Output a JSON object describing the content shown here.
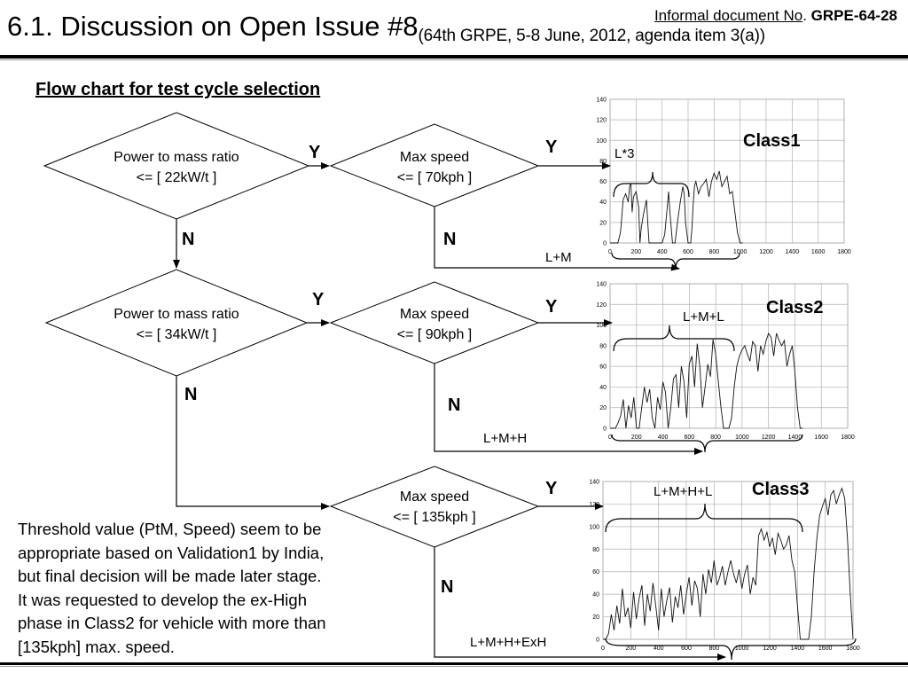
{
  "header": {
    "title": "6.1. Discussion on Open Issue #8",
    "subtitle": "(64th  GRPE,  5-8 June, 2012, agenda item 3(a))",
    "doc_prefix": "Informal document No",
    "doc_period": ".",
    "doc_id": "GRPE-64-28"
  },
  "section_heading": "Flow chart for test cycle selection",
  "flowchart": {
    "decision_ptm1": [
      "Power to mass ratio",
      "<= [ 22kW/t ]"
    ],
    "decision_speed1": [
      "Max speed",
      "<= [ 70kph ]"
    ],
    "decision_ptm2": [
      "Power to mass ratio",
      "<= [ 34kW/t ]"
    ],
    "decision_speed2": [
      "Max speed",
      "<= [ 90kph ]"
    ],
    "decision_speed3": [
      "Max speed",
      "<= [ 135kph ]"
    ],
    "yes": "Y",
    "no": "N",
    "cycles": {
      "c1_yes": "L*3",
      "c1_no": "L+M",
      "c2_yes": "L+M+L",
      "c2_no": "L+M+H",
      "c3_yes": "L+M+H+L",
      "c3_no": "L+M+H+ExH"
    },
    "classes": [
      "Class1",
      "Class2",
      "Class3"
    ]
  },
  "chart_data": [
    {
      "type": "line",
      "title": "Class1",
      "x_ticks": [
        "0",
        "200",
        "400",
        "600",
        "800",
        "1000",
        "1200",
        "1400",
        "1600",
        "1800"
      ],
      "y_ticks": [
        "0",
        "20",
        "40",
        "60",
        "80",
        "100",
        "120",
        "140"
      ],
      "xlim": [
        0,
        1800
      ],
      "ylim": [
        0,
        140
      ],
      "grid": true,
      "x": [
        0,
        60,
        80,
        90,
        100,
        120,
        140,
        150,
        160,
        170,
        180,
        200,
        220,
        230,
        240,
        260,
        280,
        290,
        300,
        310,
        330,
        350,
        380,
        400,
        420,
        440,
        450,
        460,
        480,
        500,
        520,
        540,
        560,
        570,
        580,
        600,
        620,
        630,
        640,
        650,
        660,
        680,
        700,
        720,
        740,
        760,
        780,
        800,
        820,
        840,
        860,
        880,
        900,
        920,
        940,
        960,
        980,
        1000,
        1020
      ],
      "y": [
        0,
        0,
        10,
        25,
        42,
        48,
        40,
        55,
        58,
        30,
        45,
        50,
        35,
        0,
        15,
        30,
        42,
        20,
        0,
        0,
        0,
        0,
        0,
        0,
        8,
        35,
        50,
        30,
        0,
        0,
        22,
        40,
        55,
        48,
        20,
        0,
        0,
        15,
        40,
        56,
        60,
        48,
        55,
        58,
        62,
        45,
        60,
        68,
        62,
        70,
        55,
        60,
        65,
        48,
        50,
        30,
        10,
        0,
        0
      ]
    },
    {
      "type": "line",
      "title": "Class2",
      "x_ticks": [
        "0",
        "200",
        "400",
        "600",
        "800",
        "1000",
        "1200",
        "1400",
        "1600",
        "1800"
      ],
      "y_ticks": [
        "0",
        "20",
        "40",
        "60",
        "80",
        "100",
        "120",
        "140"
      ],
      "xlim": [
        0,
        1800
      ],
      "ylim": [
        0,
        140
      ],
      "grid": true,
      "x": [
        0,
        20,
        40,
        60,
        80,
        100,
        120,
        140,
        160,
        180,
        200,
        220,
        240,
        260,
        280,
        300,
        320,
        340,
        360,
        380,
        400,
        420,
        440,
        460,
        480,
        500,
        520,
        540,
        560,
        580,
        600,
        620,
        640,
        660,
        680,
        700,
        720,
        740,
        760,
        780,
        800,
        820,
        840,
        860,
        880,
        900,
        920,
        940,
        960,
        980,
        1000,
        1020,
        1040,
        1060,
        1080,
        1100,
        1120,
        1140,
        1160,
        1180,
        1200,
        1220,
        1240,
        1260,
        1280,
        1300,
        1320,
        1340,
        1360,
        1380,
        1400,
        1420,
        1440,
        1460
      ],
      "y": [
        0,
        0,
        0,
        5,
        12,
        28,
        0,
        22,
        10,
        30,
        0,
        0,
        20,
        40,
        25,
        38,
        10,
        0,
        30,
        18,
        45,
        35,
        0,
        20,
        48,
        52,
        20,
        60,
        45,
        10,
        62,
        70,
        40,
        82,
        60,
        20,
        40,
        62,
        50,
        86,
        72,
        45,
        20,
        0,
        0,
        0,
        10,
        40,
        60,
        70,
        76,
        80,
        72,
        65,
        84,
        80,
        55,
        80,
        72,
        84,
        92,
        88,
        70,
        92,
        85,
        80,
        85,
        60,
        72,
        80,
        55,
        20,
        0,
        0
      ]
    },
    {
      "type": "line",
      "title": "Class3",
      "x_ticks": [
        "0",
        "200",
        "400",
        "600",
        "800",
        "1000",
        "1200",
        "1400",
        "1600",
        "1800"
      ],
      "y_ticks": [
        "0",
        "20",
        "40",
        "60",
        "80",
        "100",
        "120",
        "140"
      ],
      "xlim": [
        0,
        1800
      ],
      "ylim": [
        0,
        140
      ],
      "grid": true,
      "x": [
        0,
        20,
        40,
        60,
        80,
        100,
        120,
        140,
        160,
        180,
        200,
        220,
        240,
        260,
        280,
        300,
        320,
        340,
        360,
        380,
        400,
        420,
        440,
        460,
        480,
        500,
        520,
        540,
        560,
        580,
        600,
        620,
        640,
        660,
        680,
        700,
        720,
        740,
        760,
        780,
        800,
        820,
        840,
        860,
        880,
        900,
        920,
        940,
        960,
        980,
        1000,
        1020,
        1040,
        1060,
        1080,
        1100,
        1120,
        1140,
        1160,
        1180,
        1200,
        1220,
        1240,
        1260,
        1280,
        1300,
        1320,
        1340,
        1360,
        1380,
        1400,
        1420,
        1440,
        1460,
        1480,
        1500,
        1520,
        1540,
        1560,
        1580,
        1600,
        1620,
        1640,
        1660,
        1680,
        1700,
        1720,
        1740,
        1760,
        1780,
        1800
      ],
      "y": [
        0,
        0,
        5,
        22,
        8,
        30,
        14,
        45,
        20,
        28,
        10,
        42,
        18,
        36,
        48,
        12,
        40,
        25,
        50,
        30,
        8,
        45,
        20,
        35,
        46,
        15,
        38,
        28,
        48,
        22,
        40,
        55,
        30,
        52,
        45,
        20,
        58,
        40,
        62,
        50,
        70,
        48,
        55,
        65,
        48,
        60,
        70,
        58,
        50,
        62,
        45,
        58,
        66,
        40,
        55,
        48,
        92,
        98,
        88,
        95,
        82,
        90,
        75,
        94,
        88,
        80,
        84,
        92,
        70,
        60,
        30,
        0,
        0,
        0,
        0,
        20,
        60,
        90,
        110,
        118,
        125,
        110,
        128,
        132,
        120,
        128,
        134,
        125,
        90,
        40,
        0
      ]
    }
  ],
  "note": [
    "Threshold value (PtM, Speed) seem to be",
    "appropriate based on Validation1 by India,",
    "but final decision will be made later stage.",
    "It was requested to develop the ex-High",
    "phase in Class2 for vehicle with more than",
    "[135kph] max. speed."
  ]
}
